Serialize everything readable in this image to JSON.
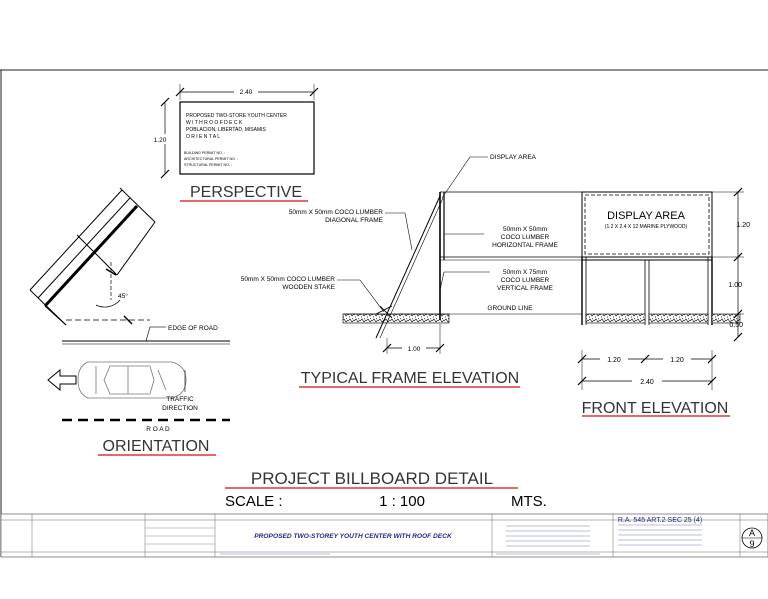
{
  "sheet_title": "PROJECT BILLBOARD DETAIL",
  "scale": {
    "label": "SCALE :",
    "ratio": "1 : 100",
    "unit": "MTS."
  },
  "perspective": {
    "title": "PERSPECTIVE",
    "width_dim": "2.40",
    "height_dim": "1.20",
    "sign_lines": [
      "PROPOSED TWO-STORE YOUTH CENTER",
      "W I T H   R O O F D E C K",
      "POBLACION, LIBERTAD, MISAMIS",
      "O   R   I   E   N   T   A   L"
    ],
    "permit_lines": [
      "BUILDING PERMIT NO.          :",
      "ARCHITECTURAL PERMIT NO.   :",
      "STRUCTURAL PERMIT NO.        :"
    ]
  },
  "orientation": {
    "title": "ORIENTATION",
    "angle": "45°",
    "edge_of_road": "EDGE OF ROAD",
    "traffic_direction": [
      "TRAFFIC",
      "DIRECTION"
    ],
    "road": "R    O    A    D"
  },
  "frame_elevation": {
    "title": "TYPICAL FRAME ELEVATION",
    "display_area": "DISPLAY AREA",
    "diagonal_frame": [
      "50mm X 50mm COCO LUMBER",
      "DIAGONAL FRAME"
    ],
    "wooden_stake": [
      "50mm X 50mm COCO LUMBER",
      "WOODEN STAKE"
    ],
    "horizontal_frame": [
      "50mm X 50mm",
      "COCO LUMBER",
      "HORIZONTAL FRAME"
    ],
    "vertical_frame": [
      "50mm X 75mm",
      "COCO LUMBER",
      "VERTICAL FRAME"
    ],
    "ground_line": "GROUND LINE",
    "stake_dim": "1.00"
  },
  "front_elevation": {
    "title": "FRONT ELEVATION",
    "display_area": "DISPLAY AREA",
    "display_area_note": "(1.2 X 2.4 X 12 MARINE PLYWOOD)",
    "dims_right": [
      "1.20",
      "1.00",
      "0.50"
    ],
    "dims_bottom": [
      "1.20",
      "1.20"
    ],
    "dim_total": "2.40"
  },
  "title_block": {
    "project_title": "PROPOSED TWO-STOREY YOUTH CENTER WITH ROOF DECK",
    "reference": "R.A. 545 ART.2 SEC 25 (4)",
    "sheet_no": [
      "A",
      "9"
    ],
    "accent": "#1f2a8a"
  }
}
